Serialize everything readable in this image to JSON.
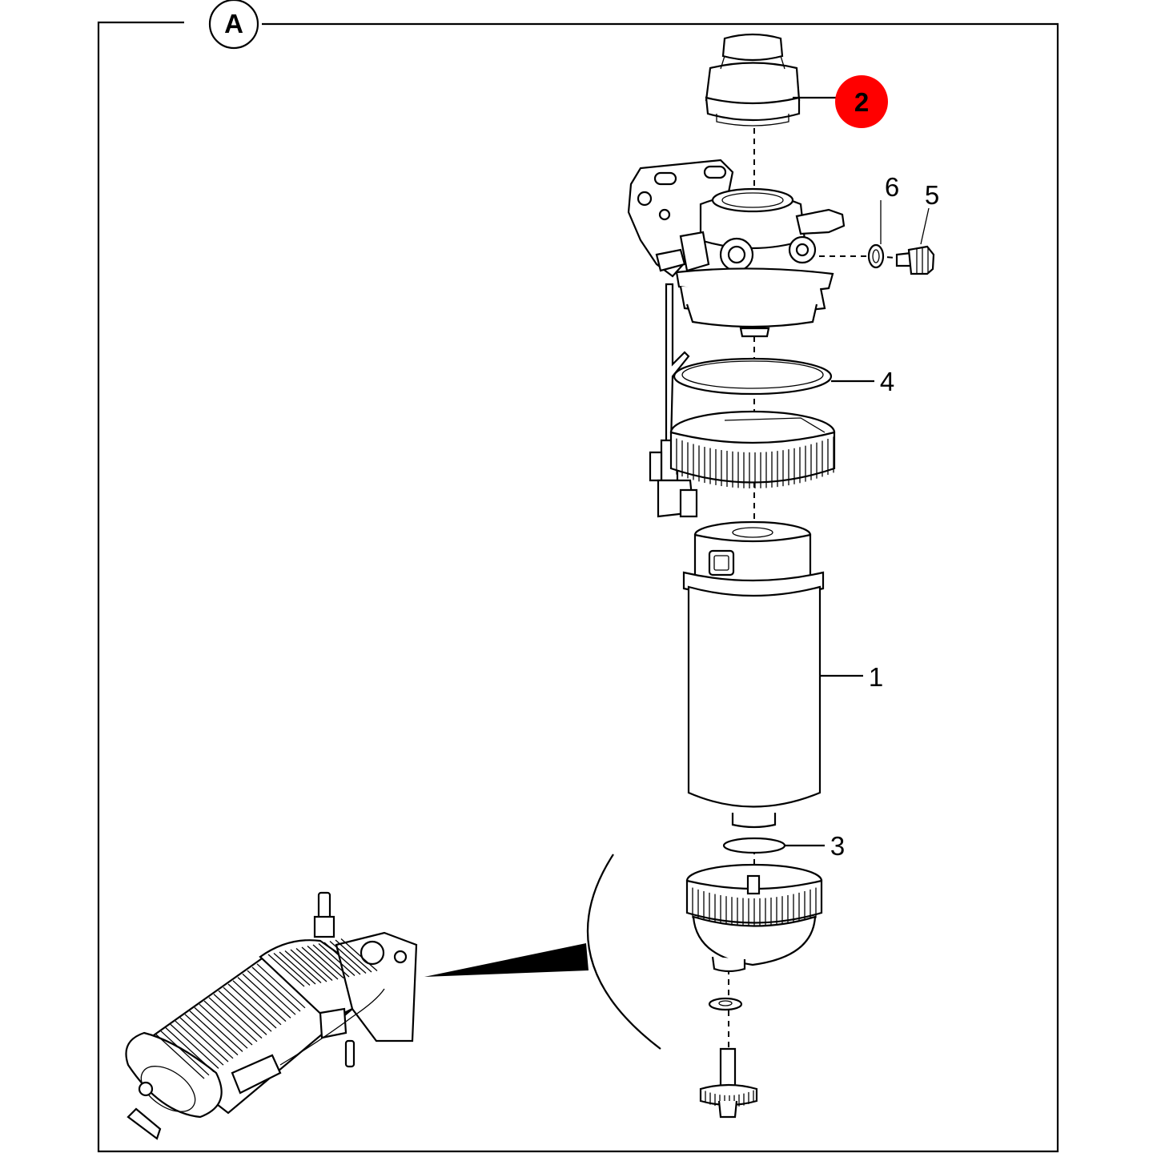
{
  "view": {
    "marker": "A"
  },
  "callouts": [
    {
      "id": "filter-element",
      "label": "1"
    },
    {
      "id": "cap",
      "label": "2",
      "highlighted": true
    },
    {
      "id": "o-ring-bottom",
      "label": "3"
    },
    {
      "id": "seal-ring",
      "label": "4"
    },
    {
      "id": "bleed-screw",
      "label": "5"
    },
    {
      "id": "washer",
      "label": "6"
    }
  ],
  "colors": {
    "highlight": "#ff0000",
    "line": "#000000",
    "background": "#ffffff"
  }
}
